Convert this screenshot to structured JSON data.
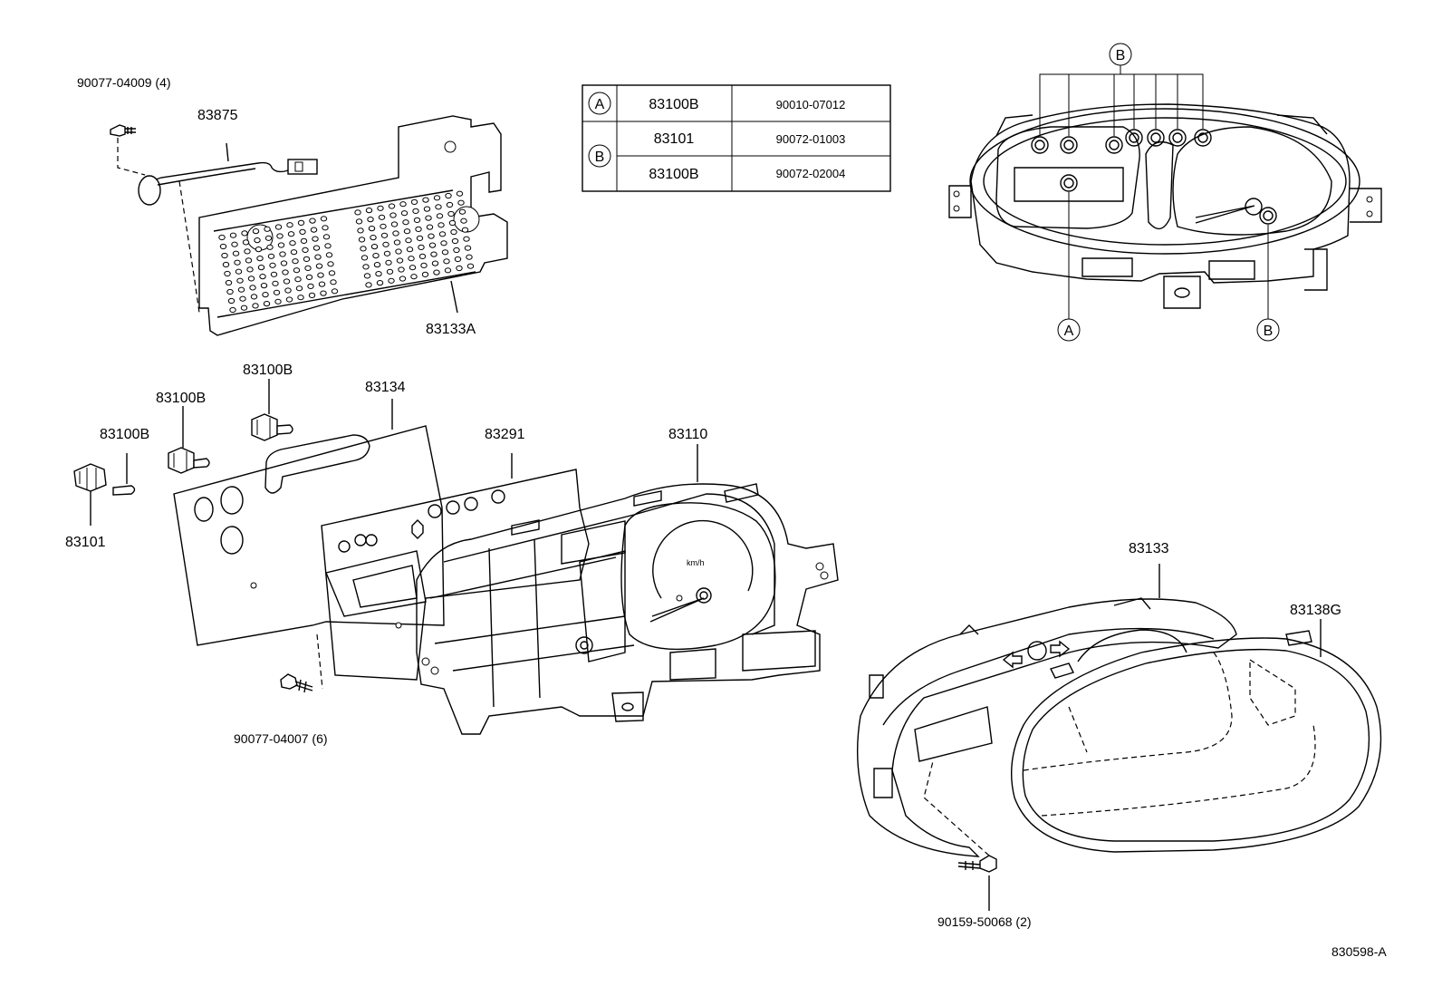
{
  "labels": {
    "bolt_top": "90077-04009 (4)",
    "wire": "83875",
    "plate": "83133A",
    "bulb_upper": "83100B",
    "bulb_mid": "83100B",
    "bulb_low": "83100B",
    "socket": "83101",
    "board": "83134",
    "dial": "83291",
    "case": "83110",
    "bolt_bottom": "90077-04007 (6)",
    "lens": "83133",
    "cover": "83138G",
    "bolt_right": "90159-50068 (2)",
    "figure_code": "830598-A"
  },
  "legend_table": {
    "rows": [
      {
        "key": "A",
        "part": "83100B",
        "code": "90010-07012"
      },
      {
        "key": "B",
        "part": "83101",
        "code": "90072-01003"
      },
      {
        "key": "",
        "part": "83100B",
        "code": "90072-02004"
      }
    ]
  },
  "callouts": {
    "top_b": "B",
    "bottom_a": "A",
    "bottom_b": "B"
  },
  "speedo_unit": "km/h"
}
